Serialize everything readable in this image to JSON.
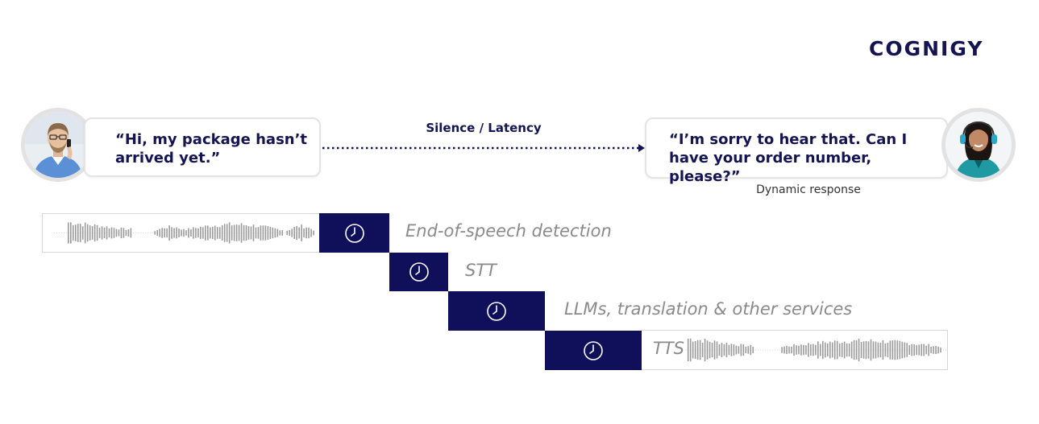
{
  "logo": {
    "text": "COGNIGY"
  },
  "customer": {
    "line1": "“Hi, my package hasn’t",
    "line2": "arrived yet.”"
  },
  "agent": {
    "line1": "“I’m sorry to hear that. Can I",
    "line2": "have your order number, please?”",
    "caption": "Dynamic response"
  },
  "latency": {
    "label": "Silence / Latency"
  },
  "steps": [
    {
      "label": "End-of-speech detection",
      "icon": "clock-icon"
    },
    {
      "label": "STT",
      "icon": "clock-icon"
    },
    {
      "label": "LLMs, translation & other services",
      "icon": "clock-icon"
    },
    {
      "label": "TTS",
      "icon": "clock-icon"
    }
  ],
  "colors": {
    "navy": "#10105a",
    "text_navy": "#141451",
    "label_gray": "#8a8a8a",
    "wave_gray": "#9a9a9a"
  }
}
